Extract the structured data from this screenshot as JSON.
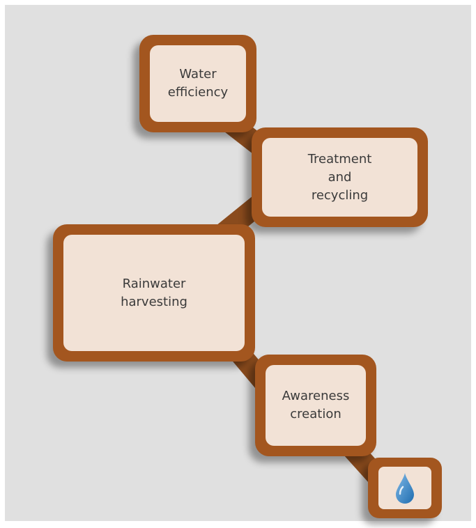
{
  "diagram": {
    "steps": [
      {
        "label": "Water\nefficiency"
      },
      {
        "label": "Treatment\nand\nrecycling"
      },
      {
        "label": "Rainwater\nharvesting"
      },
      {
        "label": "Awareness\ncreation"
      }
    ],
    "end_icon": "water-drop-icon",
    "colors": {
      "background": "#e0e0e0",
      "frame": "#a3561f",
      "connector": "#8a4b1d",
      "fill": "#f2e2d6",
      "drop": "#2f7fc1"
    }
  }
}
